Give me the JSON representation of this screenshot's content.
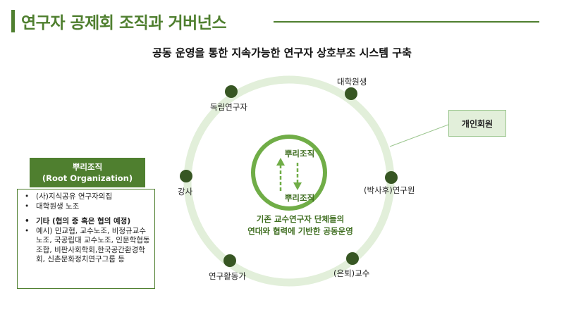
{
  "title": "연구자 공제회 조직과 거버넌스",
  "subtitle": "공동 운영을 통한 지속가능한 연구자 상호부조 시스템 구축",
  "nodes": [
    {
      "label": "독립연구자"
    },
    {
      "label": "대학원생"
    },
    {
      "label": "(박사후)연구원"
    },
    {
      "label": "(은퇴)교수"
    },
    {
      "label": "연구활동가"
    },
    {
      "label": "강사"
    }
  ],
  "center": {
    "top_label": "뿌리조직",
    "bottom_label": "뿌리조직",
    "line1": "기존 교수연구자 단체들의",
    "line2": "연대와 협력에 기반한 공동운영"
  },
  "member_box": {
    "label": "개인회원"
  },
  "root_org": {
    "header_line1": "뿌리조직",
    "header_line2": "(Root Organization)",
    "items": [
      "(사)지식공유 연구자의집",
      "대학원생 노조",
      "기타 (협의 중 혹은 협의 예정)",
      "예시) 민교협, 교수노조, 비정규교수노조, 국공립대 교수노조, 인문학협동조합, 비판사회학회,한국공간환경학회, 신촌문화정치연구그룹 등"
    ]
  },
  "colors": {
    "accent": "#4f7f2f",
    "ring_light": "#e2efda",
    "node_dark": "#375623",
    "arrow": "#70ad47"
  },
  "icons": [
    "node-dot-icon",
    "arrow-up-icon",
    "arrow-down-icon"
  ]
}
